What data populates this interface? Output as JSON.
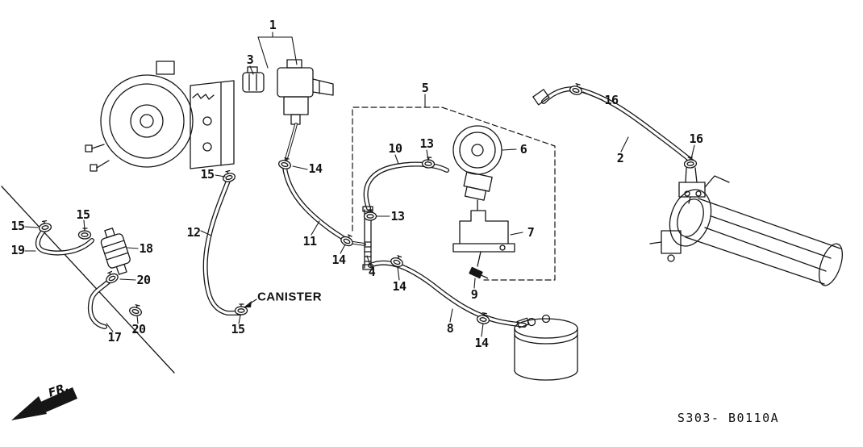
{
  "labels": {
    "canister": "CANISTER",
    "fr": "FR.",
    "diagram_code": "S303- B0110A"
  },
  "callouts": [
    {
      "label": "1"
    },
    {
      "label": "3"
    },
    {
      "label": "15"
    },
    {
      "label": "14"
    },
    {
      "label": "10"
    },
    {
      "label": "13"
    },
    {
      "label": "5"
    },
    {
      "label": "6"
    },
    {
      "label": "16"
    },
    {
      "label": "2"
    },
    {
      "label": "16"
    },
    {
      "label": "13"
    },
    {
      "label": "11"
    },
    {
      "label": "12"
    },
    {
      "label": "14"
    },
    {
      "label": "4"
    },
    {
      "label": "14"
    },
    {
      "label": "7"
    },
    {
      "label": "9"
    },
    {
      "label": "8"
    },
    {
      "label": "14"
    },
    {
      "label": "15"
    },
    {
      "label": "15"
    },
    {
      "label": "19"
    },
    {
      "label": "18"
    },
    {
      "label": "20"
    },
    {
      "label": "17"
    },
    {
      "label": "20"
    },
    {
      "label": "15"
    }
  ]
}
